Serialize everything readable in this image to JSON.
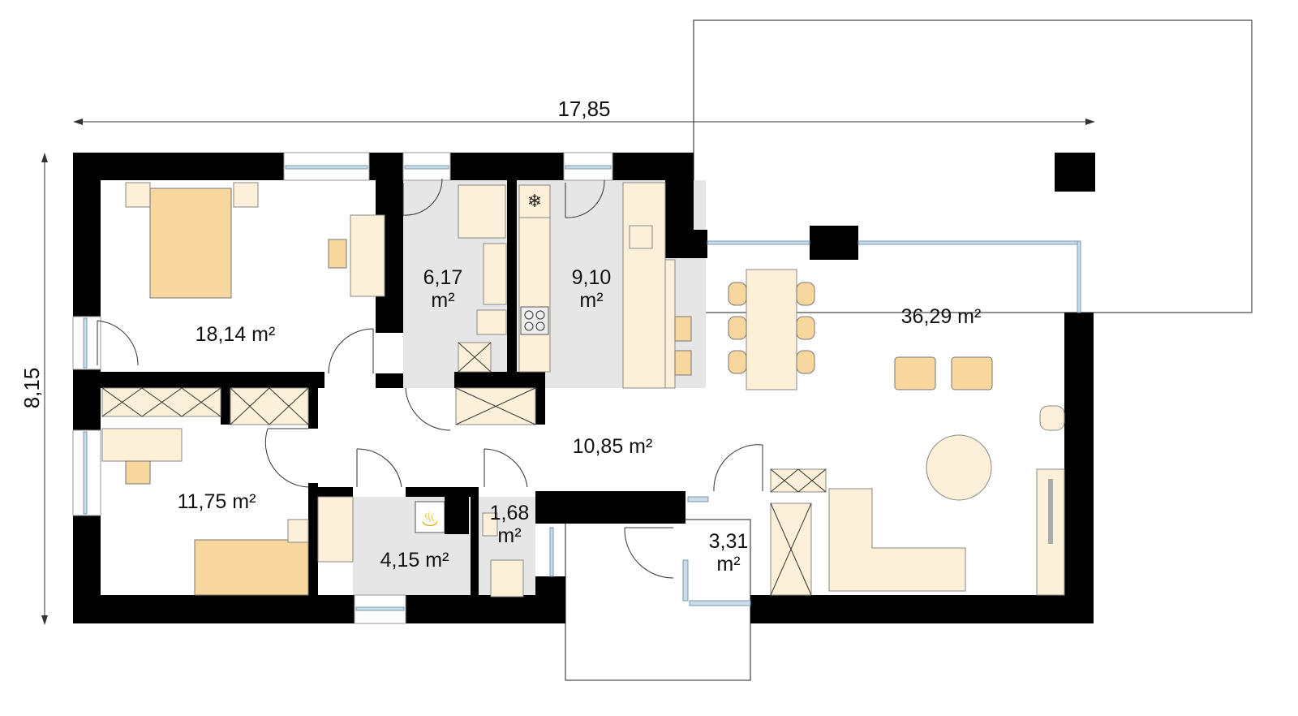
{
  "dimensions": {
    "width": "17,85",
    "height": "8,15"
  },
  "rooms": [
    {
      "id": "bedroom",
      "area": "18,14 m²"
    },
    {
      "id": "bathroom",
      "area_num": "6,17",
      "unit": "m²"
    },
    {
      "id": "kitchen",
      "area_num": "9,10",
      "unit": "m²"
    },
    {
      "id": "living",
      "area": "36,29 m²"
    },
    {
      "id": "hall",
      "area": "10,85 m²"
    },
    {
      "id": "room2",
      "area": "11,75 m²"
    },
    {
      "id": "boiler",
      "area": "4,15 m²"
    },
    {
      "id": "wc",
      "area_num": "1,68",
      "unit": "m²"
    },
    {
      "id": "vestibule",
      "area_num": "3,31",
      "unit": "m²"
    }
  ],
  "colors": {
    "wall": "#000000",
    "wet_floor": "#e6e6e6",
    "furniture": "#fdf0d8",
    "bed": "#f7d79e",
    "window_glass": "#c9dcea"
  },
  "icons": [
    "snowflake-icon",
    "flame-icon",
    "cooktop-icon"
  ]
}
